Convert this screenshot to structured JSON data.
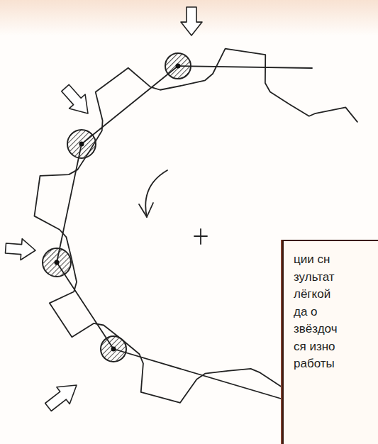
{
  "diagram": {
    "nodes": [
      {
        "text": [
          "ции сн",
          "зультат",
          "лёгкой",
          "да о",
          "звёздоч",
          "ся изно",
          "работы"
        ]
      }
    ]
  }
}
